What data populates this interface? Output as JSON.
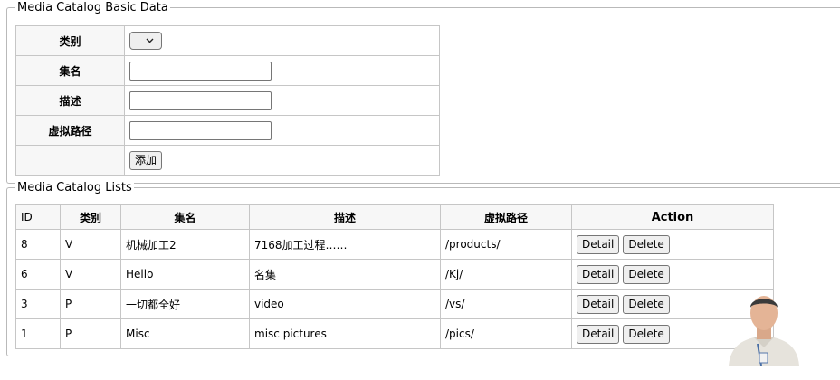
{
  "basic": {
    "legend": "Media Catalog Basic Data",
    "fields": [
      {
        "label": "类别"
      },
      {
        "label": "集名",
        "value": ""
      },
      {
        "label": "描述",
        "value": ""
      },
      {
        "label": "虚拟路径",
        "value": ""
      }
    ],
    "category_select_value": "",
    "add_button": "添加"
  },
  "list": {
    "legend": "Media Catalog Lists",
    "headers": [
      "ID",
      "类别",
      "集名",
      "描述",
      "虚拟路径",
      "Action"
    ],
    "rows": [
      {
        "id": "8",
        "type": "V",
        "name": "机械加工2",
        "desc": "7168加工过程……",
        "path": "/products/"
      },
      {
        "id": "6",
        "type": "V",
        "name": "Hello",
        "desc": "名集",
        "path": "/Kj/"
      },
      {
        "id": "3",
        "type": "P",
        "name": "一切都全好",
        "desc": "video",
        "path": "/vs/"
      },
      {
        "id": "1",
        "type": "P",
        "name": "Misc",
        "desc": "misc pictures",
        "path": "/pics/"
      }
    ],
    "detail_label": "Detail",
    "delete_label": "Delete"
  },
  "icons": {
    "select_arrow": "chevron-down-icon",
    "overlay": "presenter-video-overlay"
  }
}
